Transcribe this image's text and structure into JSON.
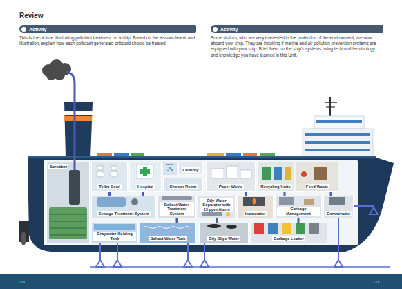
{
  "diagram": {
    "title": "Review",
    "nodes": [
      {
        "text": [
          "Activity"
        ]
      },
      {
        "text": [
          "Activity"
        ]
      },
      {
        "text": [
          "Scrubber"
        ]
      },
      {
        "text": [
          "Toilet Bowl"
        ]
      },
      {
        "text": [
          "Hospital"
        ]
      },
      {
        "text": [
          "Shower Room"
        ]
      },
      {
        "text": [
          "Laundry"
        ]
      },
      {
        "text": [
          "Paper Waste"
        ]
      },
      {
        "text": [
          "Recycling Units"
        ]
      },
      {
        "text": [
          "Food Waste"
        ]
      },
      {
        "text": [
          "Sewage Treatment System"
        ]
      },
      {
        "text": [
          "Ballast Water Treatment System"
        ]
      },
      {
        "text": [
          "Oily Water Separator with 15 ppm Alarm"
        ]
      },
      {
        "text": [
          "Incinerator"
        ]
      },
      {
        "text": [
          "Garbage Management"
        ]
      },
      {
        "text": [
          "Comminutor"
        ]
      },
      {
        "text": [
          "Graywater Holding Tank"
        ]
      },
      {
        "text": [
          "Ballast Water Tank"
        ]
      },
      {
        "text": [
          "Oily Bilge Water"
        ]
      },
      {
        "text": [
          "Garbage Locker"
        ]
      }
    ],
    "edges": [
      {
        "from": 3,
        "to": 10,
        "arrow": "none"
      },
      {
        "from": 4,
        "to": 10,
        "arrow": "none"
      },
      {
        "from": 11,
        "to": 17,
        "arrow": "none"
      },
      {
        "from": 18,
        "to": 12,
        "arrow": "none"
      },
      {
        "from": 7,
        "to": 13,
        "arrow": "none"
      },
      {
        "from": 8,
        "to": 14,
        "arrow": "none"
      },
      {
        "from": 9,
        "to": 15,
        "arrow": "none"
      },
      {
        "from": 14,
        "to": 19,
        "arrow": "none"
      }
    ],
    "labels": [
      "This is the picture illustrating pollutant treatment on a ship. Based on the lessons learnt and illustration, explain how each pollutant generated onboard should be treated.",
      "Some visitors, who are very interested in the protection of the environment, are now aboard your ship. They are inquiring if marine and air pollution prevention systems are equipped with your ship. Brief them on the ship's systems using technical terminology and knowledge you have learned in this Unit.",
      "110",
      "111"
    ]
  }
}
